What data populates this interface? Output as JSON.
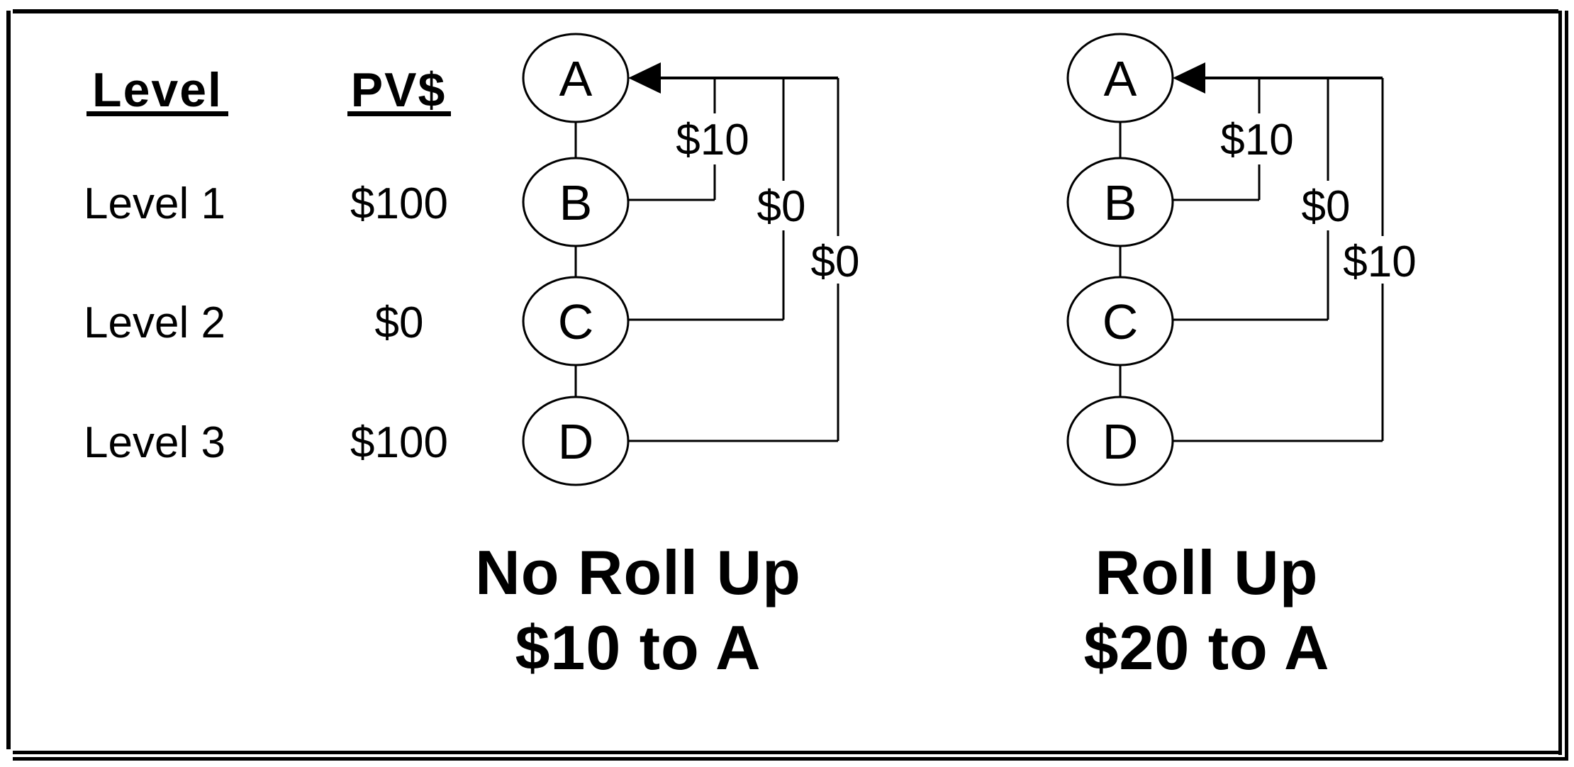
{
  "colors": {
    "ink": "#000000",
    "paper": "#ffffff"
  },
  "table": {
    "headers": {
      "level": "Level",
      "pv": "PV$"
    },
    "rows": [
      {
        "level": "Level 1",
        "pv": "$100"
      },
      {
        "level": "Level 2",
        "pv": "$0"
      },
      {
        "level": "Level 3",
        "pv": "$100"
      }
    ]
  },
  "diagrams": [
    {
      "nodes": [
        "A",
        "B",
        "C",
        "D"
      ],
      "edge_labels": [
        "$10",
        "$0",
        "$0"
      ],
      "caption": [
        "No Roll Up",
        "$10 to A"
      ]
    },
    {
      "nodes": [
        "A",
        "B",
        "C",
        "D"
      ],
      "edge_labels": [
        "$10",
        "$0",
        "$10"
      ],
      "caption": [
        "Roll Up",
        "$20 to A"
      ]
    }
  ]
}
